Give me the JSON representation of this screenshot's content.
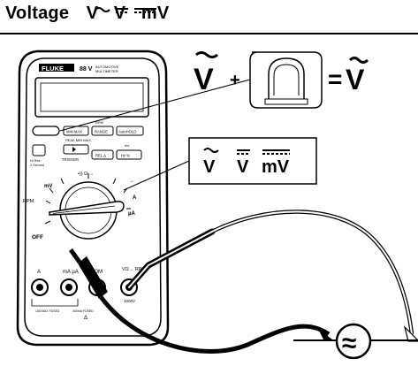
{
  "title": "Voltage",
  "title_symbols": [
    "V",
    "V",
    "mV"
  ],
  "meter": {
    "brand": "FLUKE",
    "model": "88 V",
    "subtitle_line1": "AUTOMOTIVE",
    "subtitle_line2": "MULTIMETER",
    "buttons": {
      "minmax": "MIN MAX",
      "range": "RANGE",
      "autohold": "AutoHOLD",
      "peak": "PEAK MIN MAX",
      "fast": "Hi Res",
      "fast2": "1 Second",
      "trigger": "TRIGGER",
      "rel": "REL Δ",
      "hz": "Hz %",
      "ms": "ms",
      "rpm_top": "RPM"
    },
    "dial": {
      "off": "OFF",
      "rpm": "RPM",
      "mv": "mV",
      "ohm": "•)) Ω →",
      "diode": "→",
      "amps": "A",
      "ua": "µA"
    },
    "jacks": {
      "a": "A",
      "ma": "mA µA",
      "com": "COM",
      "v": "VΩ→ RPM",
      "fused1": "10A MAX FUSED",
      "fused2": "400mA FUSED",
      "volt": "1000V",
      "warn": "Δ"
    }
  },
  "callout_top": {
    "left_symbol": "V",
    "plus": "+",
    "equals": "=",
    "right_symbol": "V"
  },
  "callout_mid": {
    "symbols": [
      "V",
      "V",
      "mV"
    ]
  },
  "source_symbol": "≈"
}
